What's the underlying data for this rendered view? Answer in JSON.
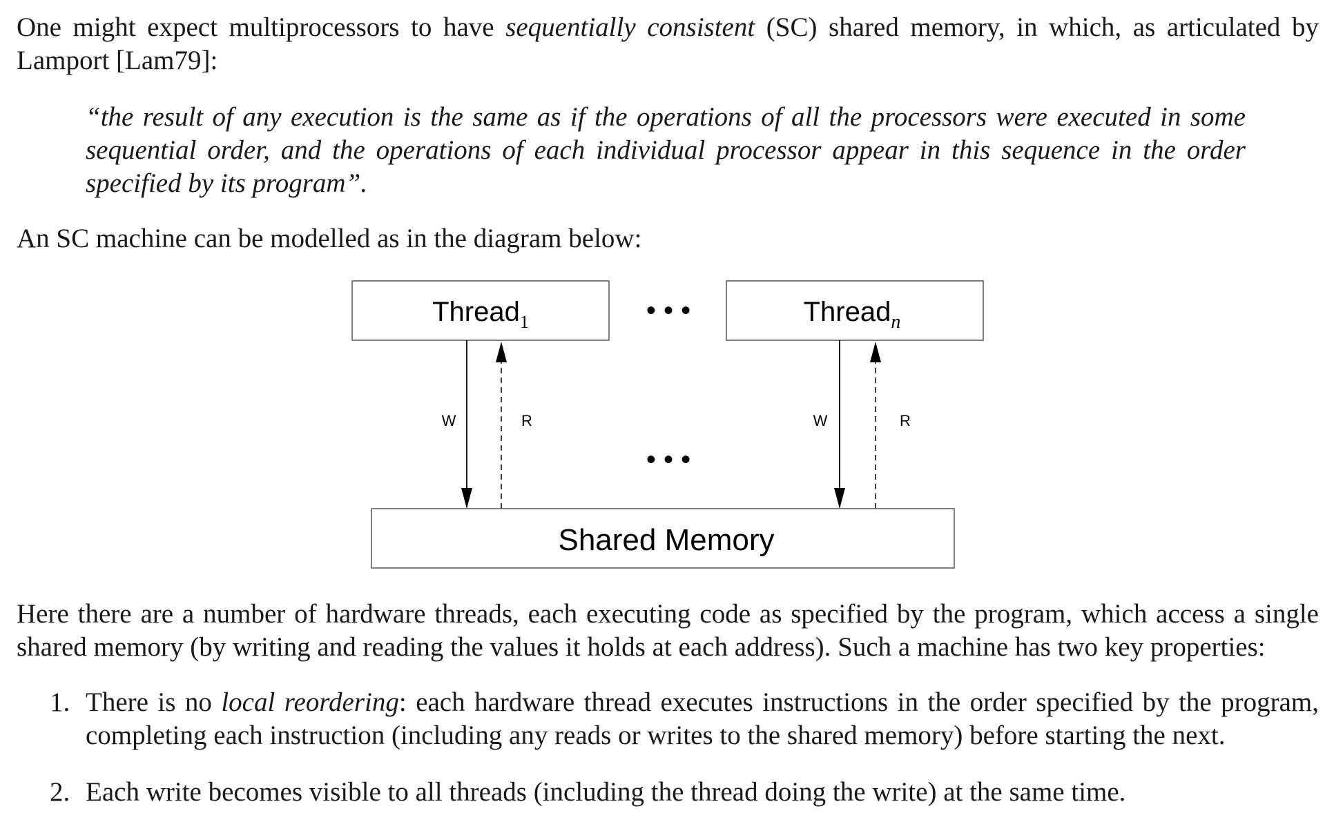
{
  "intro": {
    "part1": "One might expect multiprocessors to have ",
    "emphasis": "sequentially consistent",
    "part2": " (SC) shared memory, in which, as articulated by Lamport [Lam79]:"
  },
  "quote": "“the result of any execution is the same as if the operations of all the processors were executed in some sequential order, and the operations of each individual processor appear in this sequence in the order specified by its program”.",
  "lead_in": "An SC machine can be modelled as in the diagram below:",
  "diagram": {
    "thread1": {
      "label": "Thread",
      "subscript": "1"
    },
    "threadn": {
      "label": "Thread",
      "subscript": "n"
    },
    "write_label": "W",
    "read_label": "R",
    "ellipsis": "• • •",
    "memory_label": "Shared Memory"
  },
  "description": "Here there are a number of hardware threads, each executing code as specified by the program, which access a single shared memory (by writing and reading the values it holds at each address). Such a machine has two key properties:",
  "properties": [
    {
      "number": "1.",
      "part1": "There is no ",
      "emphasis": "local reordering",
      "part2": ": each hardware thread executes instructions in the order specified by the program, completing each instruction (including any reads or writes to the shared memory) before starting the next."
    },
    {
      "number": "2.",
      "text": "Each write becomes visible to all threads (including the thread doing the write) at the same time."
    }
  ]
}
